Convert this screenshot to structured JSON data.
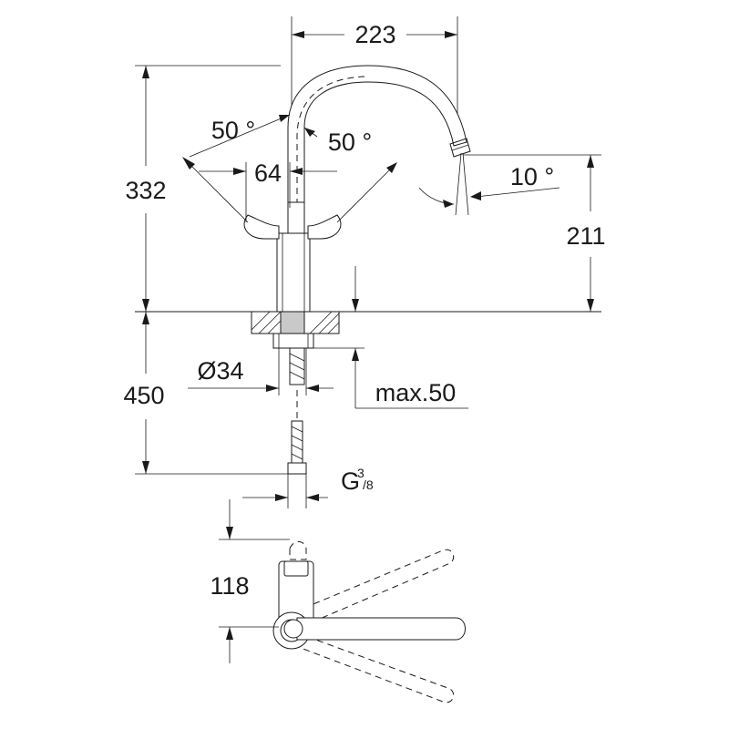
{
  "dimensions": {
    "spout_reach": "223",
    "total_height": "332",
    "handle_swing_left": "50 °",
    "handle_swing_right": "50 °",
    "handle_offset": "64",
    "spout_tilt": "10 °",
    "outlet_height": "211",
    "hole_diameter": "Ø34",
    "max_deck_thickness": "max.50",
    "hose_length": "450",
    "connection_thread_main": "G",
    "connection_thread_num": "3",
    "connection_thread_den": "/8",
    "lever_clearance": "118"
  },
  "colors": {
    "line": "#1a1a1a",
    "fill_grey": "#c9c9c9",
    "background": "#ffffff"
  }
}
